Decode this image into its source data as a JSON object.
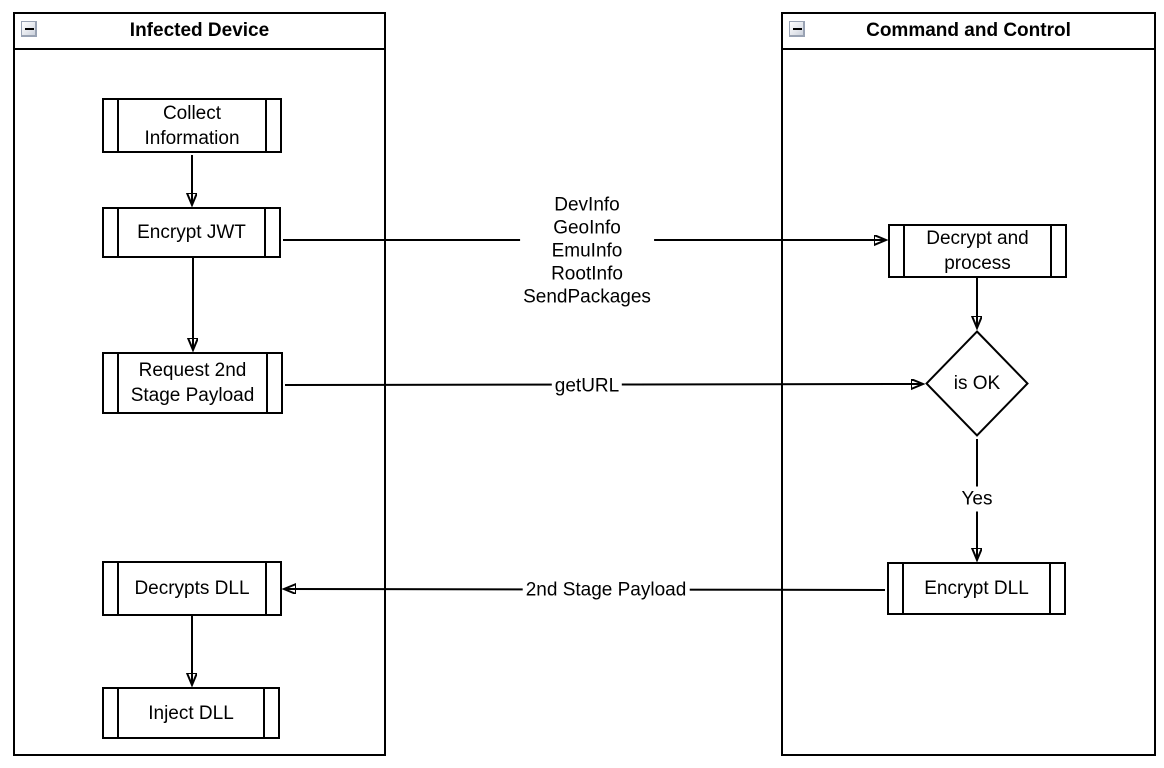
{
  "diagram": {
    "containers": [
      {
        "title": "Infected Device"
      },
      {
        "title": "Command and Control"
      }
    ],
    "nodes": {
      "collect": {
        "label": "Collect Information"
      },
      "encrypt_jwt": {
        "label": "Encrypt JWT"
      },
      "request_2nd": {
        "label": "Request 2nd Stage Payload"
      },
      "decrypts_dll": {
        "label": "Decrypts DLL"
      },
      "inject_dll": {
        "label": "Inject DLL"
      },
      "decrypt_process": {
        "label": "Decrypt and process"
      },
      "is_ok": {
        "label": "is OK"
      },
      "encrypt_dll": {
        "label": "Encrypt DLL"
      }
    },
    "edge_labels": {
      "jwt_to_c2": "DevInfo\nGeoInfo\nEmuInfo\nRootInfo\nSendPackages",
      "get_url": "getURL",
      "yes": "Yes",
      "second_stage": "2nd Stage Payload"
    },
    "colors": {
      "stroke": "#000000",
      "fill": "#ffffff",
      "collapse_button_border": "#98a2b4"
    }
  }
}
